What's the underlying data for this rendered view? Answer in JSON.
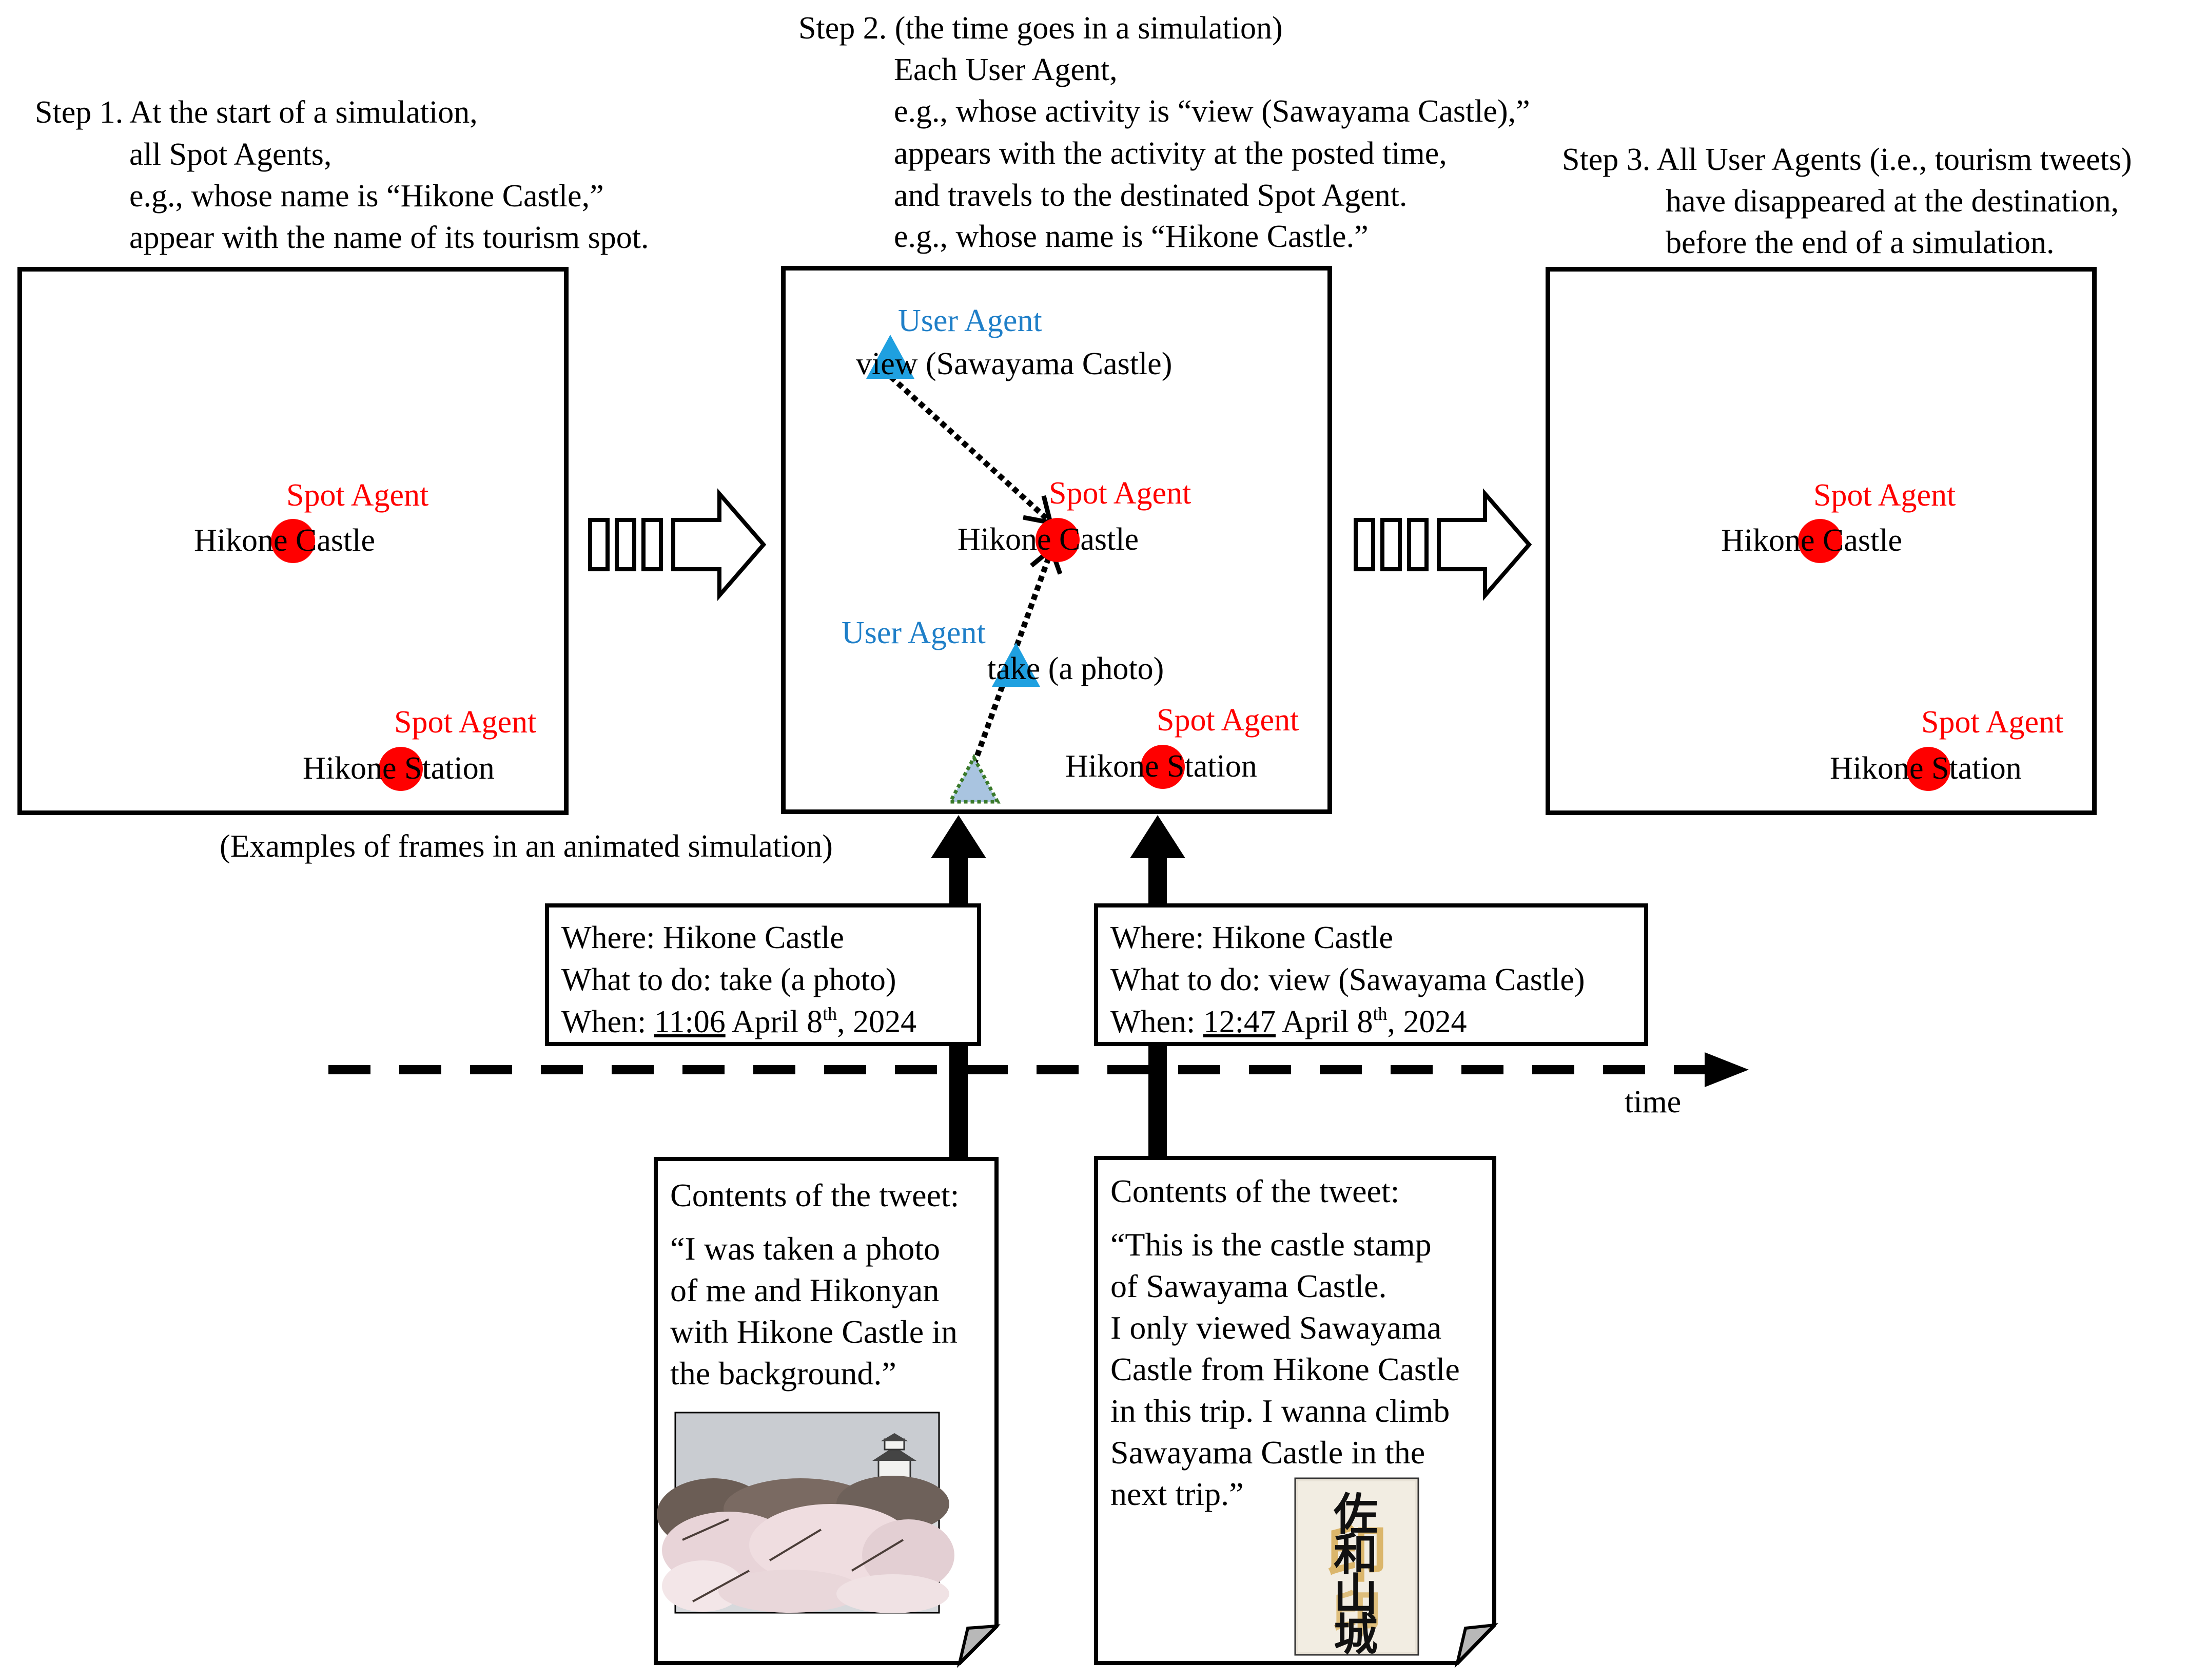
{
  "step1": {
    "lines": [
      "Step 1. At the start of a simulation,",
      "all Spot Agents,",
      "e.g., whose name is “Hikone Castle,”",
      "appear with the name of its tourism spot."
    ]
  },
  "step2": {
    "lines": [
      "Step 2. (the time goes in a simulation)",
      "Each User Agent,",
      "e.g., whose activity is “view (Sawayama Castle),”",
      "appears with the activity at the posted time,",
      "and travels to the destinated Spot Agent.",
      "e.g., whose name is “Hikone Castle.”"
    ]
  },
  "step3": {
    "lines": [
      "Step 3. All User Agents (i.e., tourism tweets)",
      "have disappeared at the destination,",
      "before the end of a simulation."
    ]
  },
  "labels": {
    "spot_agent": "Spot Agent",
    "user_agent": "User Agent",
    "hikone_castle": "Hikone Castle",
    "hikone_station": "Hikone Station",
    "activity_view": "view (Sawayama Castle)",
    "activity_take": "take (a photo)"
  },
  "caption": "(Examples of frames in an animated simulation)",
  "timeline_label": "time",
  "info_box_1": {
    "where": "Where: Hikone Castle",
    "what": "What to do: take (a photo)",
    "when_prefix": "When: ",
    "when_time": "11:06",
    "when_date": " April 8",
    "when_sup": "th",
    "when_year": ", 2024"
  },
  "info_box_2": {
    "where": "Where: Hikone Castle",
    "what": "What to do: view (Sawayama Castle)",
    "when_prefix": "When: ",
    "when_time": "12:47",
    "when_date": " April 8",
    "when_sup": "th",
    "when_year": ", 2024"
  },
  "tweet_1": {
    "heading": "Contents of the tweet:",
    "body": "“I was taken a photo\nof me and Hikonyan\nwith Hikone Castle in\nthe background.”"
  },
  "tweet_2": {
    "heading": "Contents of the tweet:",
    "body": "“This is the castle stamp\nof Sawayama Castle.\nI only viewed Sawayama\nCastle from Hikone Castle\nin this trip. I wanna climb\nSawayama Castle in the\nnext trip.”"
  },
  "stamp_text": "佐和山城",
  "colors": {
    "spot_agent": "#ff0000",
    "user_agent_label": "#1f7fc8",
    "user_agent_marker": "#1fa0e0",
    "user_agent_origin": "#a9c4e0"
  },
  "icons": [
    "spot-agent-dot",
    "user-agent-triangle",
    "hollow-arrow",
    "timeline-arrow"
  ]
}
